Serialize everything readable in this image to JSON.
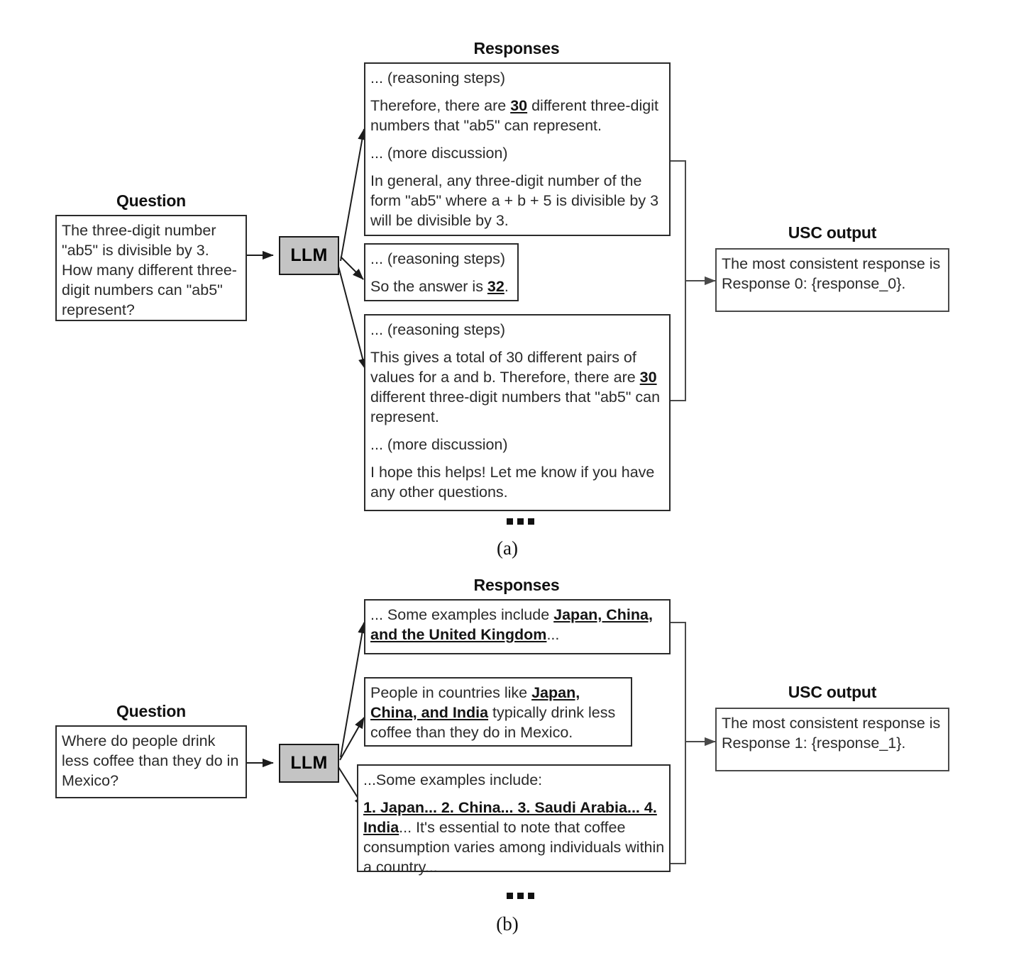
{
  "figure": {
    "caption_a": "(a)",
    "caption_b": "(b)",
    "ellipsis_glyph": "▪▪▪"
  },
  "colors": {
    "llm_fill": "#c4c4c4",
    "box_border": "#2b2b2b",
    "text": "#2a2a2a",
    "page_background": "#ffffff"
  },
  "panel_a": {
    "question_heading": "Question",
    "responses_heading": "Responses",
    "usc_heading": "USC output",
    "llm_label": "LLM",
    "question_text": "The three-digit number \"ab5\" is divisible by 3. How many different three-digit numbers can \"ab5\" represent?",
    "responses": [
      {
        "id": "response-0",
        "lines": [
          {
            "text": "... (reasoning steps)",
            "highlight": ""
          },
          {
            "pre": "Therefore, there are ",
            "highlight": "30",
            "post": " different three-digit numbers that \"ab5\" can represent."
          },
          {
            "text": "... (more discussion)",
            "highlight": ""
          },
          {
            "text": "In general, any three-digit number of the form \"ab5\" where a + b + 5 is divisible by 3 will be divisible by 3.",
            "highlight": ""
          }
        ]
      },
      {
        "id": "response-1",
        "lines": [
          {
            "text": "... (reasoning steps)",
            "highlight": ""
          },
          {
            "pre": "So the answer is ",
            "highlight": "32",
            "post": "."
          }
        ]
      },
      {
        "id": "response-2",
        "lines": [
          {
            "text": "... (reasoning steps)",
            "highlight": ""
          },
          {
            "pre": "This gives a total of 30 different pairs of values for a and b. Therefore, there are ",
            "highlight": "30",
            "post": " different three-digit numbers that \"ab5\" can represent."
          },
          {
            "text": "... (more discussion)",
            "highlight": ""
          },
          {
            "text": "I hope this helps! Let me know if you have any other questions.",
            "highlight": ""
          }
        ]
      }
    ],
    "usc_output": "The most consistent response is Response 0: {response_0}."
  },
  "panel_b": {
    "question_heading": "Question",
    "responses_heading": "Responses",
    "usc_heading": "USC output",
    "llm_label": "LLM",
    "question_text": "Where do people drink less coffee than they do in Mexico?",
    "responses": [
      {
        "id": "response-0",
        "pre": "... Some examples include ",
        "highlight": "Japan, China, and the United Kingdom",
        "post": "..."
      },
      {
        "id": "response-1",
        "pre": "People in countries like ",
        "highlight": "Japan, China, and India",
        "post": " typically drink less coffee than they do in Mexico."
      },
      {
        "id": "response-2",
        "first_line": "...Some examples include:",
        "pre": "",
        "highlight": "1. Japan... 2. China... 3. Saudi Arabia... 4. India",
        "post": "... It's essential to note that coffee consumption varies among individuals within a country..."
      }
    ],
    "usc_output": "The most consistent response is Response 1: {response_1}."
  }
}
